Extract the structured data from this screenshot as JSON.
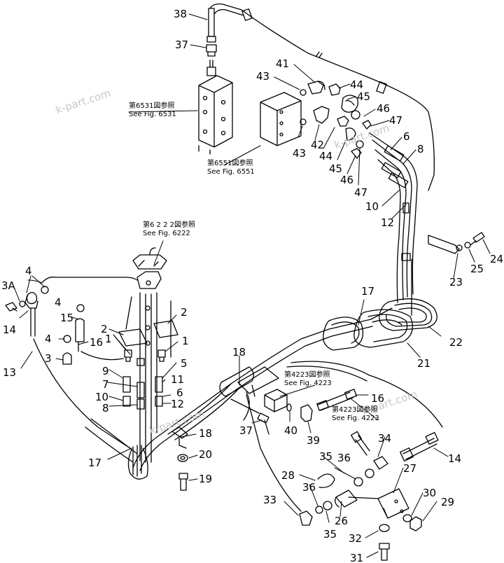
{
  "watermark": "k-part.com",
  "refs": {
    "r6531": {
      "jp": "第6531図参照",
      "en": "See Fig. 6531"
    },
    "r6551": {
      "jp": "第6551図参照",
      "en": "See Fig. 6551"
    },
    "r6222": {
      "jp": "第6 2 2 2図参照",
      "en": "See Fig. 6222"
    },
    "r4223a": {
      "jp": "第4223図参照",
      "en": "See Fig. 4223"
    },
    "r4223b": {
      "jp": "第4223図参照",
      "en": "See Fig. 4223"
    }
  },
  "labels": [
    {
      "id": "38",
      "text": "38"
    },
    {
      "id": "37a",
      "text": "37"
    },
    {
      "id": "41",
      "text": "41"
    },
    {
      "id": "43a",
      "text": "43"
    },
    {
      "id": "44a",
      "text": "44"
    },
    {
      "id": "45a",
      "text": "45"
    },
    {
      "id": "46a",
      "text": "46"
    },
    {
      "id": "47a",
      "text": "47"
    },
    {
      "id": "6a",
      "text": "6"
    },
    {
      "id": "8a",
      "text": "8"
    },
    {
      "id": "42",
      "text": "42"
    },
    {
      "id": "43b",
      "text": "43"
    },
    {
      "id": "44b",
      "text": "44"
    },
    {
      "id": "45b",
      "text": "45"
    },
    {
      "id": "46b",
      "text": "46"
    },
    {
      "id": "47b",
      "text": "47"
    },
    {
      "id": "10a",
      "text": "10"
    },
    {
      "id": "12a",
      "text": "12"
    },
    {
      "id": "24",
      "text": "24"
    },
    {
      "id": "25",
      "text": "25"
    },
    {
      "id": "23",
      "text": "23"
    },
    {
      "id": "4a",
      "text": "4"
    },
    {
      "id": "3A",
      "text": "3A"
    },
    {
      "id": "4b",
      "text": "4"
    },
    {
      "id": "14a",
      "text": "14"
    },
    {
      "id": "15",
      "text": "15"
    },
    {
      "id": "4c",
      "text": "4"
    },
    {
      "id": "3",
      "text": "3"
    },
    {
      "id": "13",
      "text": "13"
    },
    {
      "id": "16a",
      "text": "16"
    },
    {
      "id": "2a",
      "text": "2"
    },
    {
      "id": "2b",
      "text": "2"
    },
    {
      "id": "1a",
      "text": "1"
    },
    {
      "id": "1b",
      "text": "1"
    },
    {
      "id": "9",
      "text": "9"
    },
    {
      "id": "5",
      "text": "5"
    },
    {
      "id": "7",
      "text": "7"
    },
    {
      "id": "11",
      "text": "11"
    },
    {
      "id": "10b",
      "text": "10"
    },
    {
      "id": "6b",
      "text": "6"
    },
    {
      "id": "8b",
      "text": "8"
    },
    {
      "id": "12b",
      "text": "12"
    },
    {
      "id": "17a",
      "text": "17"
    },
    {
      "id": "18a",
      "text": "18"
    },
    {
      "id": "22",
      "text": "22"
    },
    {
      "id": "21",
      "text": "21"
    },
    {
      "id": "17b",
      "text": "17"
    },
    {
      "id": "18b",
      "text": "18"
    },
    {
      "id": "20",
      "text": "20"
    },
    {
      "id": "19",
      "text": "19"
    },
    {
      "id": "37b",
      "text": "37"
    },
    {
      "id": "40",
      "text": "40"
    },
    {
      "id": "39",
      "text": "39"
    },
    {
      "id": "16b",
      "text": "16"
    },
    {
      "id": "14b",
      "text": "14"
    },
    {
      "id": "34",
      "text": "34"
    },
    {
      "id": "35a",
      "text": "35"
    },
    {
      "id": "36a",
      "text": "36"
    },
    {
      "id": "28",
      "text": "28"
    },
    {
      "id": "27",
      "text": "27"
    },
    {
      "id": "36b",
      "text": "36"
    },
    {
      "id": "33",
      "text": "33"
    },
    {
      "id": "26",
      "text": "26"
    },
    {
      "id": "30",
      "text": "30"
    },
    {
      "id": "29",
      "text": "29"
    },
    {
      "id": "35b",
      "text": "35"
    },
    {
      "id": "32",
      "text": "32"
    },
    {
      "id": "31",
      "text": "31"
    }
  ]
}
